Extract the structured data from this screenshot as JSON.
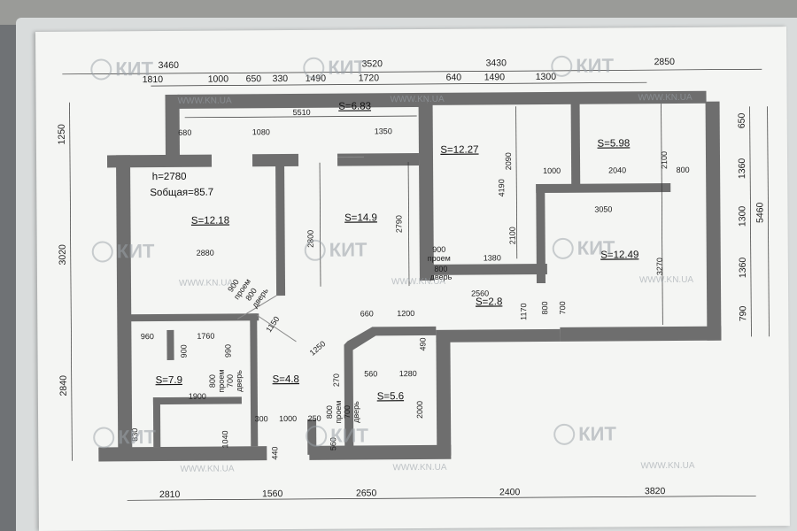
{
  "plan": {
    "height_label": "h=2780",
    "total_area_label": "Sобщая=85.7",
    "rooms": [
      {
        "id": "corridor-top",
        "area": "S=6.83"
      },
      {
        "id": "room-left",
        "area": "S=12.18"
      },
      {
        "id": "room-center",
        "area": "S=14.9"
      },
      {
        "id": "room-top-right",
        "area": "S=12.27"
      },
      {
        "id": "room-small",
        "area": "S=5.98"
      },
      {
        "id": "room-right",
        "area": "S=12.49"
      },
      {
        "id": "hall",
        "area": "S=2.8"
      },
      {
        "id": "kitchen",
        "area": "S=7.9"
      },
      {
        "id": "vestibule",
        "area": "S=4.8"
      },
      {
        "id": "bath",
        "area": "S=5.6"
      }
    ],
    "openings": {
      "proem_900": "900",
      "proem": "проем",
      "door_800": "800",
      "door": "дверь",
      "proem_800": "800",
      "door_700": "700"
    },
    "dims_top_row1": [
      "3460",
      "3520",
      "3430",
      "2850"
    ],
    "dims_top_row2": [
      "1810",
      "1000",
      "650",
      "330",
      "1490",
      "1720",
      "640",
      "1490",
      "1300"
    ],
    "dims_bottom": [
      "2810",
      "1560",
      "2650",
      "2400",
      "3820"
    ],
    "dims_left": [
      "1250",
      "3020",
      "2840"
    ],
    "dims_right": [
      "650",
      "1360",
      "1300",
      "1360",
      "790"
    ],
    "dims_right_total": "5460",
    "dims_inner": {
      "d5510": "5510",
      "d680": "680",
      "d1080": "1080",
      "d1350": "1350",
      "d2800": "2800",
      "d2790": "2790",
      "d2880": "2880",
      "d2090": "2090",
      "d4190": "4190",
      "d2100a": "2100",
      "d2100b": "2100",
      "d1000": "1000",
      "d2040": "2040",
      "d800": "800",
      "d3050": "3050",
      "d3270": "3270",
      "d1380": "1380",
      "d2560": "2560",
      "d1170": "1170",
      "d1150": "1150",
      "d660": "660",
      "d1200": "1200",
      "d1250": "1250",
      "d490": "490",
      "d960": "960",
      "d1760": "1760",
      "d900": "900",
      "d990": "990",
      "d560": "560",
      "d1280": "1280",
      "d270": "270",
      "d1900": "1900",
      "d1040": "1040",
      "d830": "830",
      "d300": "300",
      "d1000b": "1000",
      "d250": "250",
      "d440": "440",
      "d560b": "560",
      "d2000": "2000"
    }
  },
  "watermark": {
    "brand": "КИТ",
    "url": "WWW.KN.UA"
  }
}
